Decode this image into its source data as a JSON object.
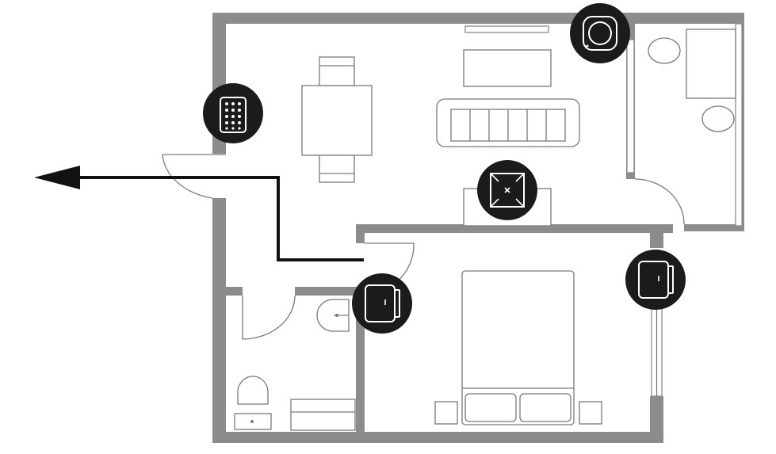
{
  "floor_plan": {
    "rooms": [
      "living-room",
      "bedroom",
      "bathroom",
      "toilet",
      "hallway"
    ],
    "exit_route": {
      "direction": "left"
    },
    "colors": {
      "walls": "#8c8c8c",
      "furniture_outline": "#7a7a7a",
      "sensor_fill": "#1b1b1b",
      "sensor_icon": "#ffffff",
      "route": "#111111",
      "background": "#ffffff"
    },
    "sensors": [
      {
        "name": "keypad-sensor",
        "icon": "keypad-icon"
      },
      {
        "name": "smoke-detector-sensor",
        "icon": "smoke-detector-icon"
      },
      {
        "name": "motion-detector-sensor",
        "icon": "motion-sensor-icon"
      },
      {
        "name": "entry-door-contact-sensor",
        "icon": "door-contact-icon"
      },
      {
        "name": "bedroom-window-contact-sensor",
        "icon": "door-contact-icon"
      }
    ]
  }
}
